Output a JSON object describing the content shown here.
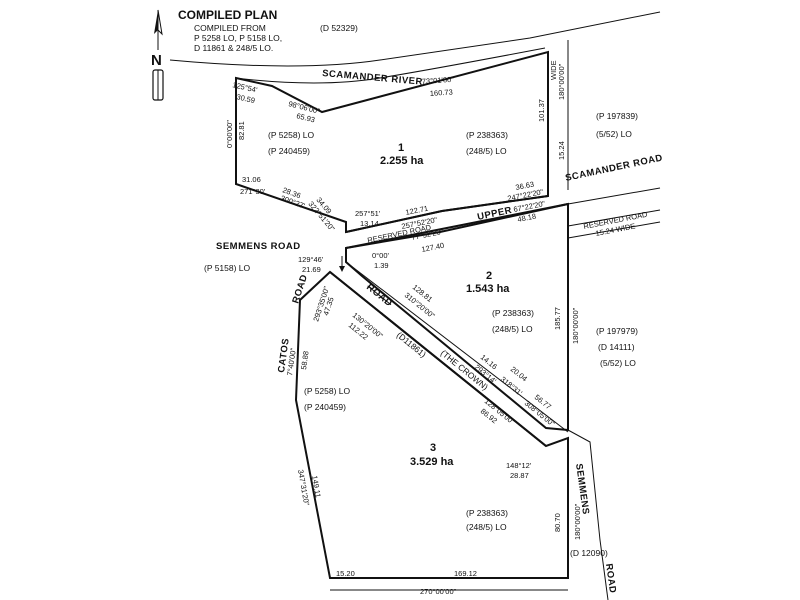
{
  "title": "COMPILED PLAN",
  "compiled_from": [
    "COMPILED FROM",
    "P 5258 LO, P 5158 LO,",
    "D 11861 & 248/5 LO."
  ],
  "north_letter": "N",
  "refs": {
    "d52329": "(D 52329)",
    "p197839": "(P 197839)",
    "s552_top": "(5/52) LO",
    "p5158": "(P 5158) LO",
    "p197979": "(P 197979)",
    "d14111": "(D 14111)",
    "s552_mid": "(5/52) LO",
    "d12090": "(D 12090)",
    "d11861": "(D11861)"
  },
  "roads": {
    "scamander_river": "SCAMANDER     RIVER",
    "scamander_road": "SCAMANDER ROAD",
    "reserved_road_right": "RESERVED ROAD",
    "reserved_road_right_width": "15.24 WIDE",
    "reserved_upper": "RESERVED     ROAD",
    "upper": "UPPER",
    "semmens_road_left": "SEMMENS  ROAD",
    "catos": "CATOS",
    "road_catos": "ROAD",
    "road_struck": "ROAD",
    "the_crown": "(THE      CROWN)",
    "semmens": "SEMMENS",
    "road_bottom": "ROAD",
    "wide_top": "WIDE",
    "width_top": "15.24"
  },
  "lots": [
    {
      "number": "1",
      "area": "2.255 ha",
      "refs": [
        "(P 5258) LO",
        "(P 240459)",
        "(P 238363)",
        "(248/5) LO"
      ]
    },
    {
      "number": "2",
      "area": "1.543 ha",
      "refs": [
        "(P 238363)",
        "(248/5) LO"
      ]
    },
    {
      "number": "3",
      "area": "3.529 ha",
      "refs": [
        "(P 5258) LO",
        "(P 240459)",
        "(P 238363)",
        "(248/5) LO"
      ]
    }
  ],
  "dims": {
    "b125": "125°54'",
    "d3059": "30.59",
    "b98": "98°06'00\"",
    "d6593": "65.93",
    "b73": "73°01'00\"",
    "d16073": "160.73",
    "d10137": "101.37",
    "b180top": "180°00'00\"",
    "b0left": "0°00'00\"",
    "d8281": "82.81",
    "d3106": "31.06",
    "b271": "271°30'",
    "d2636": "28.36",
    "b300": "300°27'",
    "d3409": "34.09",
    "b322": "322°51'20\"",
    "b257a": "257°51'",
    "d1314": "13.14",
    "d12271": "122.71",
    "b257b": "257°52'20\"",
    "b77": "77°52'20\"",
    "d12740": "127.40",
    "d3663": "36.63",
    "b247": "247°22'20\"",
    "b67": "67°22'20\"",
    "d4818": "48.18",
    "b0b": "0°00'",
    "d139": "1.39",
    "b129": "129°46'",
    "d2169": "21.69",
    "b293": "293°35'00\"",
    "d4735": "47.35",
    "d12881": "128.81",
    "b310": "310°20'00\"",
    "b130": "130°20'00\"",
    "d11222": "112.22",
    "d18577": "185.77",
    "b180mid": "180°00'00\"",
    "d1416": "14.16",
    "d2004": "20.04",
    "b293b": "293°14'",
    "b318": "318°31'",
    "d5677": "56.77",
    "b308": "308°05'00\"",
    "b128": "128°05'00\"",
    "d8692": "86.92",
    "b7": "7°40'00\"",
    "d5888": "58.88",
    "b148": "148°12'",
    "d2887": "28.87",
    "b347": "347°31'20\"",
    "d14911": "149.11",
    "d8070": "80.70",
    "b180bot": "180°00'00\"",
    "d1520": "15.20",
    "d16912": "169.12",
    "b270": "270°00'00\""
  }
}
